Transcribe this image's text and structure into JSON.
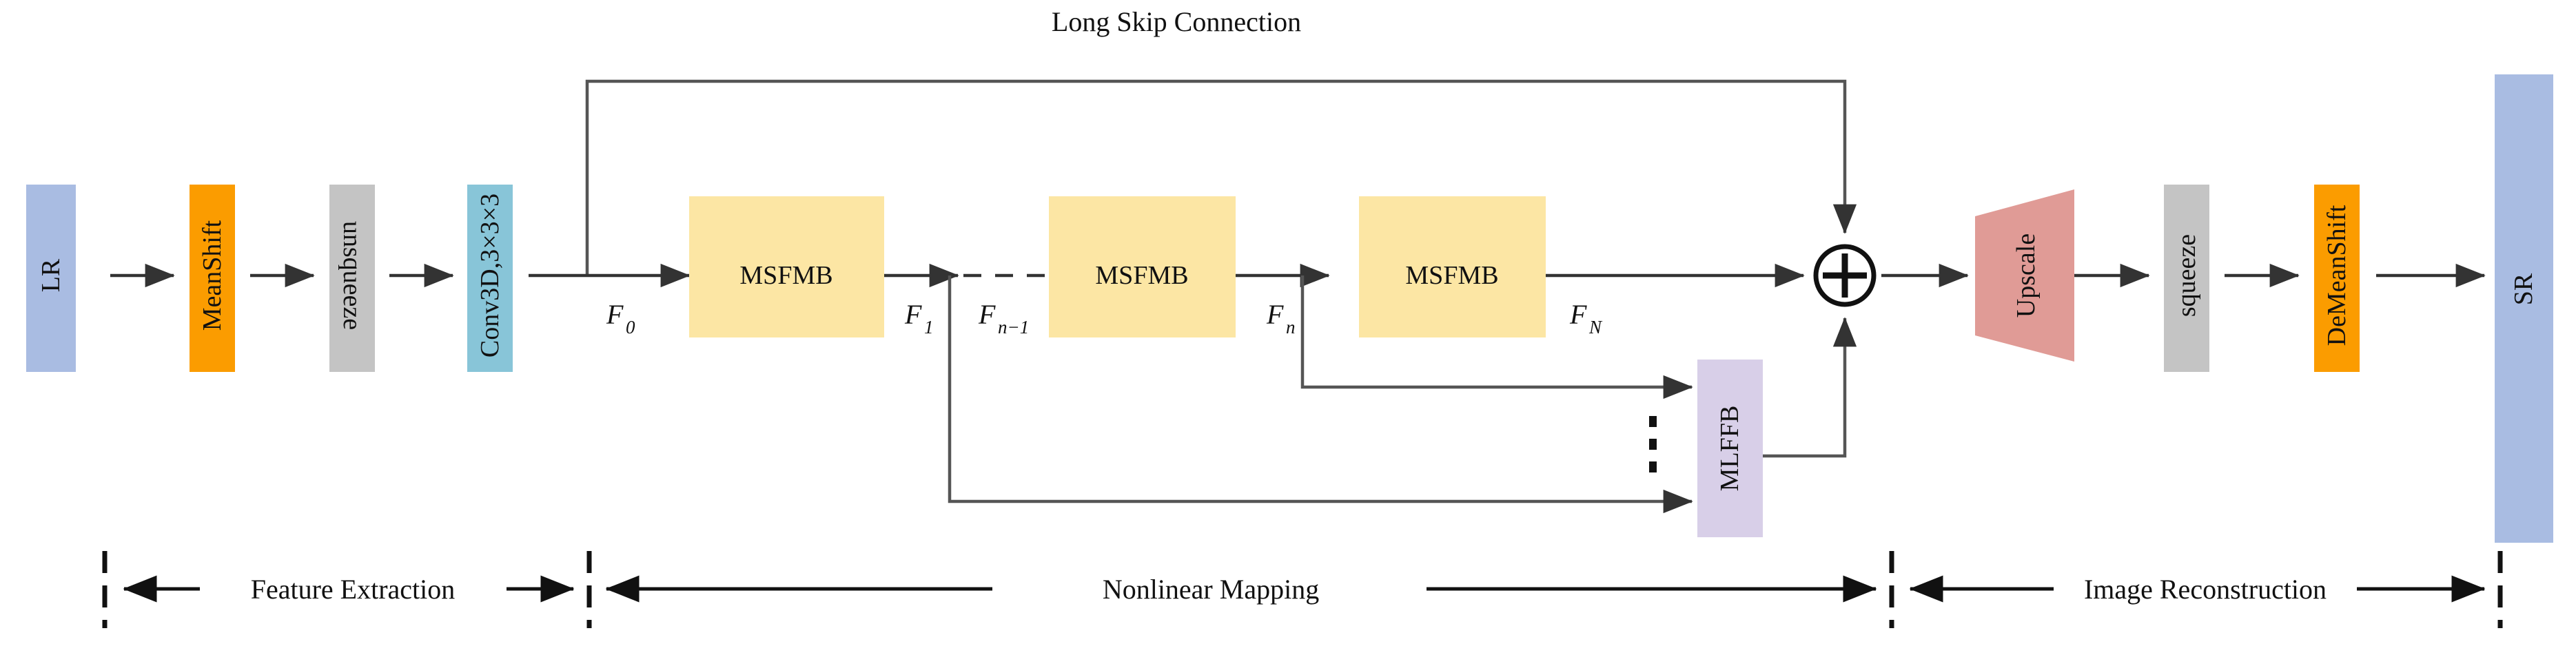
{
  "diagram": {
    "title_annotation": "Long Skip Connection",
    "blocks": {
      "lr": {
        "label": "LR",
        "color": "#a9bce2"
      },
      "meanshift": {
        "label": "MeanShift",
        "color": "#fb9c00"
      },
      "unsqueeze": {
        "label": "unsqueeze",
        "color": "#c4c4c4"
      },
      "conv3d": {
        "label": "Conv3D,3×3×3",
        "color": "#88c5d8"
      },
      "msfmb1": {
        "label": "MSFMB",
        "color": "#fce6a4"
      },
      "msfmb2": {
        "label": "MSFMB",
        "color": "#fce6a4"
      },
      "msfmb3": {
        "label": "MSFMB",
        "color": "#fce6a4"
      },
      "mlffb": {
        "label": "MLFFB",
        "color": "#d8cfe8"
      },
      "upscale": {
        "label": "Upscale",
        "color": "#e09b96"
      },
      "squeeze": {
        "label": "squeeze",
        "color": "#c4c4c4"
      },
      "demeanshift": {
        "label": "DeMeanShift",
        "color": "#fb9c00"
      },
      "sr": {
        "label": "SR",
        "color": "#a9bce2"
      }
    },
    "sum_node": {
      "symbol": "⊕"
    },
    "feature_labels": {
      "f0": {
        "base": "F",
        "sub": "0"
      },
      "f1": {
        "base": "F",
        "sub": "1"
      },
      "fn_minus_1": {
        "base": "F",
        "sub": "n−1"
      },
      "fn": {
        "base": "F",
        "sub": "n"
      },
      "fN": {
        "base": "F",
        "sub": "N"
      }
    },
    "sections": [
      {
        "label": "Feature Extraction"
      },
      {
        "label": "Nonlinear Mapping"
      },
      {
        "label": "Image Reconstruction"
      }
    ],
    "ellipsis": "⋮"
  }
}
